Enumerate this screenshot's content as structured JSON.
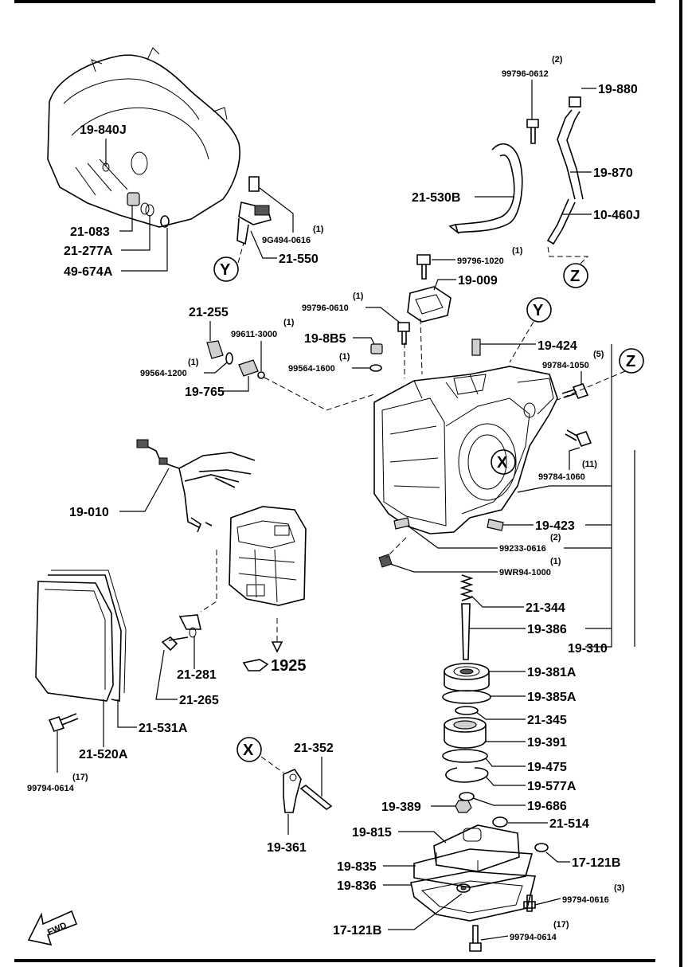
{
  "labels": {
    "l_19840J": "19-840J",
    "l_21083": "21-083",
    "l_21277A": "21-277A",
    "l_49674A": "49-674A",
    "l_9G494": "9G494-0616",
    "q_9G494": "(1)",
    "l_21550": "21-550",
    "l_21255": "21-255",
    "l_99611": "99611-3000",
    "q_99611": "(1)",
    "l_99564_1200": "99564-1200",
    "q_99564_1200": "(1)",
    "l_19765": "19-765",
    "l_99796_0612": "99796-0612",
    "q_99796_0612": "(2)",
    "l_19880": "19-880",
    "l_19870": "19-870",
    "l_21530B": "21-530B",
    "l_10460J": "10-460J",
    "l_99796_1020": "99796-1020",
    "q_99796_1020": "(1)",
    "l_19009": "19-009",
    "l_99796_0610": "99796-0610",
    "q_99796_0610": "(1)",
    "l_198B5": "19-8B5",
    "l_99564_1600": "99564-1600",
    "q_99564_1600": "(1)",
    "l_19424": "19-424",
    "l_99784_1050": "99784-1050",
    "q_99784_1050": "(5)",
    "l_99784_1060": "99784-1060",
    "q_99784_1060": "(11)",
    "l_19010": "19-010",
    "l_19423": "19-423",
    "l_99233": "99233-0616",
    "q_99233": "(2)",
    "l_9WR94": "9WR94-1000",
    "q_9WR94": "(1)",
    "l_21344": "21-344",
    "l_19386": "19-386",
    "l_19310": "19-310",
    "l_21281": "21-281",
    "l_1925": "1925",
    "l_21265": "21-265",
    "l_21531A": "21-531A",
    "l_21520A": "21-520A",
    "l_99794_0614a": "99794-0614",
    "q_99794_0614a": "(17)",
    "l_19381A": "19-381A",
    "l_19385A": "19-385A",
    "l_21345": "21-345",
    "l_19391": "19-391",
    "l_19475": "19-475",
    "l_19577A": "19-577A",
    "l_21352": "21-352",
    "l_19361": "19-361",
    "l_19389": "19-389",
    "l_19686": "19-686",
    "l_21514": "21-514",
    "l_19815": "19-815",
    "l_19835": "19-835",
    "l_17121B_r": "17-121B",
    "l_19836": "19-836",
    "l_99794_0616": "99794-0616",
    "q_99794_0616": "(3)",
    "l_17121B_l": "17-121B",
    "l_99794_0614b": "99794-0614",
    "q_99794_0614b": "(17)",
    "fwd": "FWD"
  },
  "callouts": {
    "x": "X",
    "y": "Y",
    "z": "Z"
  }
}
